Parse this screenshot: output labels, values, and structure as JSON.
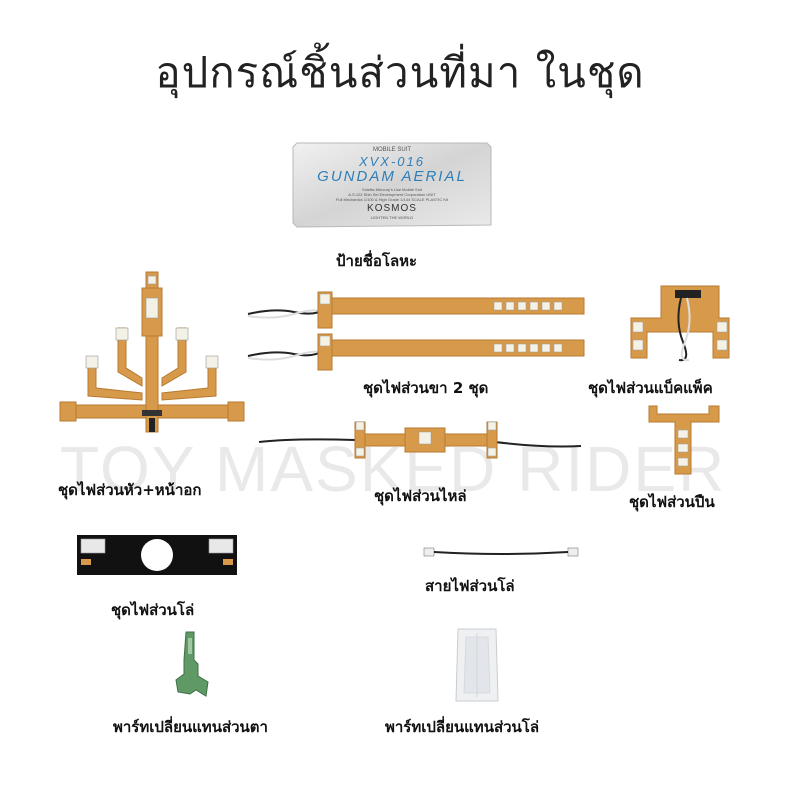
{
  "title": "อุปกรณ์ชิ้นส่วนที่มา ในชุด",
  "watermark": "TOY MASKED RIDER",
  "plate": {
    "mobile_suit": "MOBILE SUIT",
    "model_no": "XVX-016",
    "name": "GUNDAM AERIAL",
    "line1": "Suletta Mercury's Use Mobile Suit",
    "line2": "A.S.122 Shin Sei Development Corporation UNIT",
    "line3": "Full Mechanics 1/100 & High Grade 1/144 SCALE PLASTIC Kit",
    "brand": "KOSMOS",
    "slogan": "LIGHTEN THE WORLD"
  },
  "labels": {
    "plate": "ป้ายชื่อโลหะ",
    "legs": "ชุดไฟส่วนขา 2 ชุด",
    "backpack": "ชุดไฟส่วนแบ็คแพ็ค",
    "head_chest": "ชุดไฟส่วนหัว+หน้าอก",
    "shoulder": "ชุดไฟส่วนไหล่",
    "gun": "ชุดไฟส่วนปืน",
    "shield_light": "ชุดไฟส่วนโล่",
    "shield_cable": "สายไฟส่วนโล่",
    "eye_part": "พาร์ทเปลี่ยนแทนส่วนตา",
    "shield_part": "พาร์ทเปลี่ยนแทนส่วนโล่"
  },
  "colors": {
    "pcb": "#d79a4a",
    "pcb_dark": "#b97a30",
    "led": "#f4f1e6",
    "plate": "#dcdcdc",
    "plate_text": "#2f7fb8",
    "eye_part": "#5f9a66",
    "clear_part": "#e9ecee"
  }
}
